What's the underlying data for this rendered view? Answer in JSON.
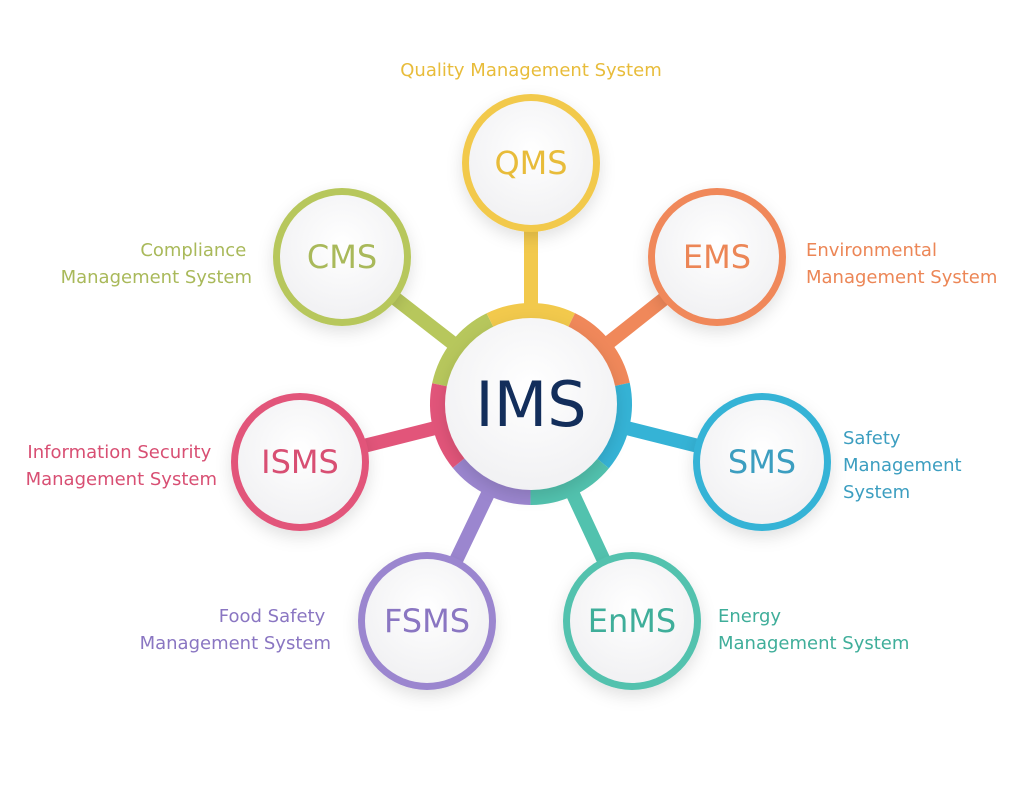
{
  "center": {
    "label": "IMS",
    "color": "#132e5b"
  },
  "nodes": [
    {
      "key": "qms",
      "abbr": "QMS",
      "color": "#f2c94c",
      "text_color": "#e8bc3a",
      "lines": [
        "Quality Management System"
      ]
    },
    {
      "key": "ems",
      "abbr": "EMS",
      "color": "#f0885a",
      "text_color": "#ec8656",
      "lines": [
        "Environmental",
        "Management System"
      ]
    },
    {
      "key": "sms",
      "abbr": "SMS",
      "color": "#35b3d6",
      "text_color": "#3c9ec0",
      "lines": [
        "Safety",
        "Management",
        "System"
      ]
    },
    {
      "key": "enms",
      "abbr": "EnMS",
      "color": "#52c2ae",
      "text_color": "#3fae9a",
      "lines": [
        "Energy",
        "Management System"
      ]
    },
    {
      "key": "fsms",
      "abbr": "FSMS",
      "color": "#9b86cf",
      "text_color": "#8a76c2",
      "lines": [
        "Food Safety",
        "Management System"
      ]
    },
    {
      "key": "isms",
      "abbr": "ISMS",
      "color": "#e2557a",
      "text_color": "#d84f73",
      "lines": [
        "Information Security",
        "Management System"
      ]
    },
    {
      "key": "cms",
      "abbr": "CMS",
      "color": "#b7c75c",
      "text_color": "#a9b95a",
      "lines": [
        "Compliance",
        "Management System"
      ]
    }
  ]
}
